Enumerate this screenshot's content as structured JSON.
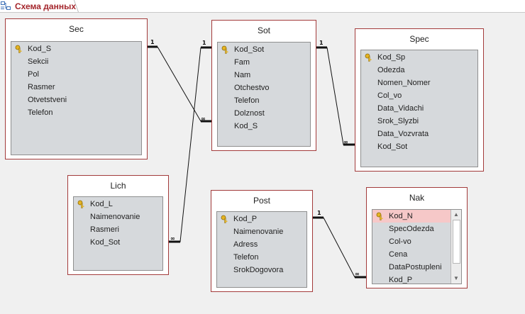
{
  "tab": {
    "title": "Схема данных",
    "icon": "relationships-icon"
  },
  "colors": {
    "table_border": "#a33b3b",
    "tab_text": "#a4262c",
    "selected_row": "#f6c8c8",
    "field_list_bg": "#d6d9dc"
  },
  "tables": {
    "sec": {
      "title": "Sec",
      "fields": [
        "Kod_S",
        "Sekcii",
        "Pol",
        "Rasmer",
        "Otvetstveni",
        "Telefon"
      ]
    },
    "sot": {
      "title": "Sot",
      "fields": [
        "Kod_Sot",
        "Fam",
        "Nam",
        "Otchestvo",
        "Telefon",
        "Dolznost",
        "Kod_S"
      ]
    },
    "spec": {
      "title": "Spec",
      "fields": [
        "Kod_Sp",
        "Odezda",
        "Nomen_Nomer",
        "Col_vo",
        "Data_Vidachi",
        "Srok_Slyzbi",
        "Data_Vozvrata",
        "Kod_Sot"
      ]
    },
    "lich": {
      "title": "Lich",
      "fields": [
        "Kod_L",
        "Naimenovanie",
        "Rasmeri",
        "Kod_Sot"
      ]
    },
    "post": {
      "title": "Post",
      "fields": [
        "Kod_P",
        "Naimenovanie",
        "Adress",
        "Telefon",
        "SrokDogovora"
      ]
    },
    "nak": {
      "title": "Nak",
      "fields": [
        "Kod_N",
        "SpecOdezda",
        "Col-vo",
        "Cena",
        "DataPostupleni",
        "Kod_P"
      ]
    }
  },
  "relationships": {
    "one": "1",
    "many": "∞"
  }
}
